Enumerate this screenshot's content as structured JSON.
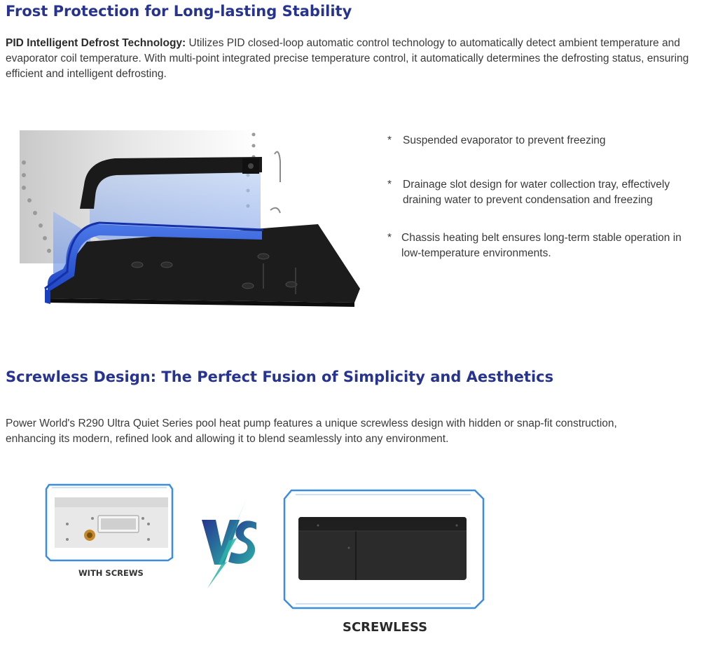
{
  "section1": {
    "title": "Frost Protection for Long-lasting Stability",
    "intro_lead": "PID Intelligent Defrost Technology:",
    "intro_text": " Utilizes PID closed-loop automatic control technology to automatically detect ambient temperature and  evaporator coil temperature. With multi-point integrated precise temperature control, it automatically determines the defrosting status, ensuring  efficient and intelligent defrosting.",
    "bullets": [
      {
        "star": "*",
        "text": "Suspended evaporator to prevent freezing"
      },
      {
        "star": "*",
        "text": "Drainage slot design for water collection tray, effectively draining water to prevent condensation and freezing"
      },
      {
        "star": "*",
        "text": "Chassis heating belt ensures long-term stable operation in low-temperature environments."
      }
    ]
  },
  "section2": {
    "title": "Screwless Design: The Perfect Fusion of Simplicity and Aesthetics",
    "intro_text": "Power World's R290 Ultra Quiet Series pool heat pump features a unique screwless design with hidden or snap-fit construction,  enhancing its modern, refined look and allowing it to blend seamlessly into any environment.",
    "with_screws_label": "WITH SCREWS",
    "screwless_label": "SCREWLESS"
  },
  "colors": {
    "title_blue": "#26348f",
    "accent_blue": "#1f4fd1",
    "frame_blue": "#3c8de0",
    "vs_teal": "#2bb3a8"
  }
}
